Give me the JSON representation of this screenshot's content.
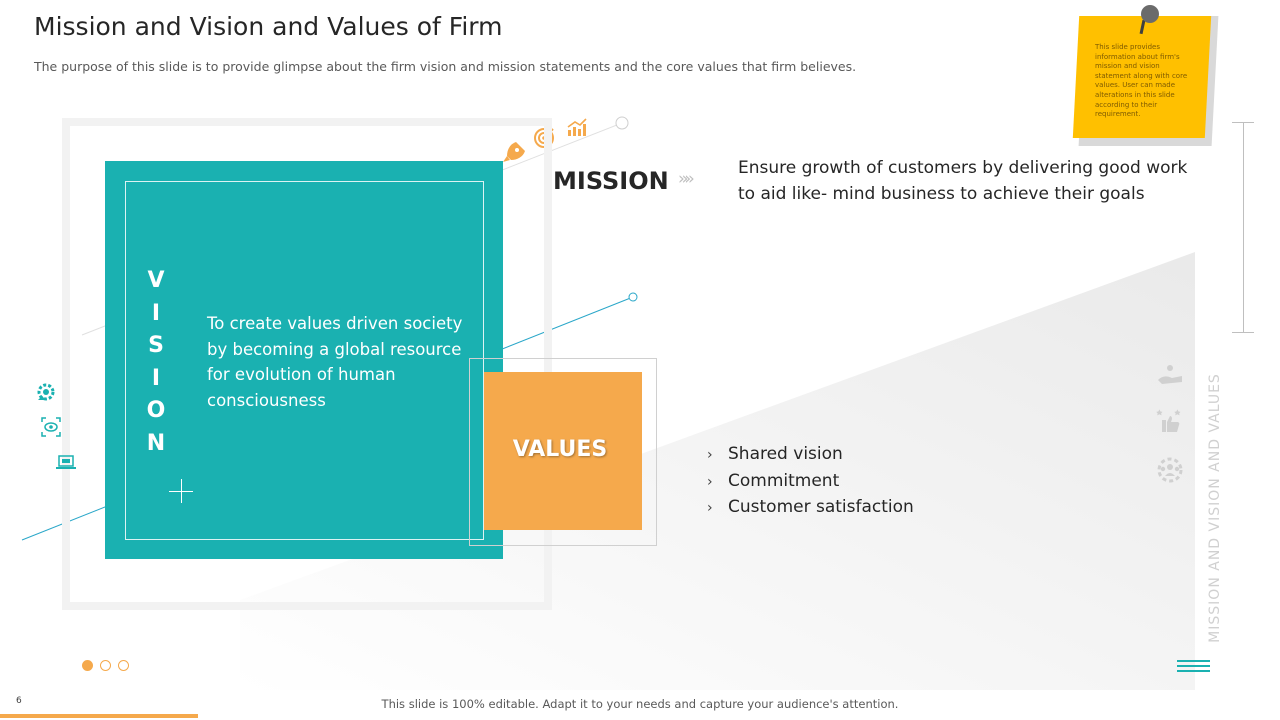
{
  "slide": {
    "title": "Mission and Vision and Values of Firm",
    "subtitle": "The purpose of this slide is to provide glimpse about the firm vision and mission statements and the core values that firm believes.",
    "page_number": "6",
    "footer_text": "This slide is 100% editable. Adapt it to your needs and capture your audience's attention.",
    "side_label": "MISSION AND VISION AND VALUES"
  },
  "sticky_note": {
    "text": "This slide provides information about firm's mission and vision statement along with core values. User can made alterations in this slide according to their requirement."
  },
  "vision": {
    "letters": [
      "V",
      "I",
      "S",
      "I",
      "O",
      "N"
    ],
    "text": "To create values driven society by becoming a global resource for evolution of human consciousness"
  },
  "mission": {
    "label": "MISSION",
    "chevrons": "»»",
    "text": "Ensure growth of customers by delivering good work to aid like- mind business to achieve their goals"
  },
  "values": {
    "label": "VALUES",
    "bullet": "›",
    "items": [
      "Shared vision",
      "Commitment",
      "Customer satisfaction"
    ]
  },
  "icons": {
    "top": [
      "rocket-icon",
      "target-icon",
      "growth-chart-icon"
    ],
    "left": [
      "gear-person-icon",
      "eye-focus-icon",
      "laptop-icon"
    ],
    "right": [
      "hand-coin-icon",
      "thumbs-up-stars-icon",
      "team-gear-icon"
    ]
  },
  "colors": {
    "teal": "#1ab1b1",
    "orange": "#f5a94c",
    "note_yellow": "#ffc000"
  }
}
